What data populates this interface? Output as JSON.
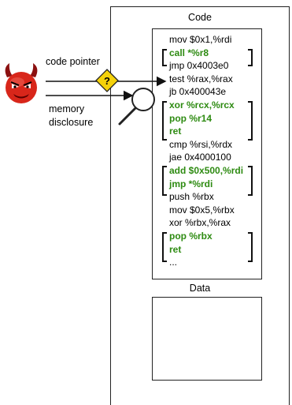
{
  "labels": {
    "code_pointer": "code pointer",
    "memory_disclosure_1": "memory",
    "memory_disclosure_2": "disclosure",
    "code_header": "Code",
    "data_header": "Data",
    "question_mark": "?"
  },
  "instructions": [
    {
      "text": "mov $0x1,%rdi",
      "gadget": false
    },
    {
      "text": "call *%r8",
      "gadget": true
    },
    {
      "text": "jmp 0x4003e0",
      "gadget": false
    },
    {
      "text": "test %rax,%rax",
      "gadget": false
    },
    {
      "text": "jb 0x400043e",
      "gadget": false
    },
    {
      "text": "xor %rcx,%rcx",
      "gadget": true
    },
    {
      "text": "pop %r14",
      "gadget": true
    },
    {
      "text": "ret",
      "gadget": true
    },
    {
      "text": "cmp %rsi,%rdx",
      "gadget": false
    },
    {
      "text": "jae 0x4000100",
      "gadget": false
    },
    {
      "text": "add $0x500,%rdi",
      "gadget": true
    },
    {
      "text": "jmp *%rdi",
      "gadget": true
    },
    {
      "text": "push %rbx",
      "gadget": false
    },
    {
      "text": "mov $0x5,%rbx",
      "gadget": false
    },
    {
      "text": "xor %rbx,%rax",
      "gadget": false
    },
    {
      "text": "pop %rbx",
      "gadget": true
    },
    {
      "text": "ret",
      "gadget": true
    },
    {
      "text": "...",
      "gadget": false
    }
  ],
  "colors": {
    "gadget_text": "#2e8b12",
    "warning_diamond": "#f5d20a",
    "devil": "#d8261a"
  },
  "icons": [
    "devil-icon",
    "warning-diamond-icon",
    "magnifier-icon"
  ]
}
